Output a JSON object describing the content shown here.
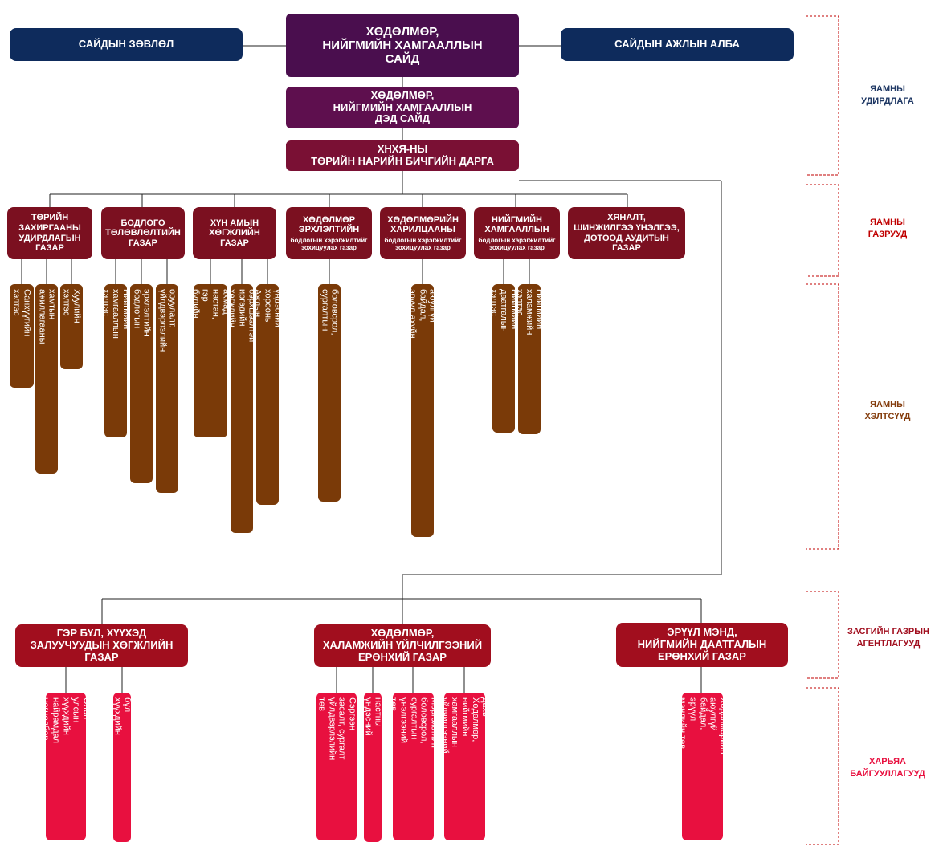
{
  "colors": {
    "navy": "#0e2b5c",
    "purple": "#4a0e4e",
    "purple2": "#5e0f4e",
    "maroon": "#7a1034",
    "dept": "#7b1020",
    "unit": "#7a3a08",
    "agency": "#a10e1e",
    "sub": "#e8103f",
    "label_navy": "#1f3864",
    "label_red": "#c00000",
    "label_brown": "#843c0c"
  },
  "top": {
    "council": "САЙДЫН ЗӨВЛӨЛ",
    "minister": "ХӨДӨЛМӨР,\nНИЙГМИЙН ХАМГААЛЛЫН\nСАЙД",
    "minister_office": "САЙДЫН АЖЛЫН АЛБА",
    "deputy": "ХӨДӨЛМӨР,\nНИЙГМИЙН ХАМГААЛЛЫН\nДЭД САЙД",
    "secretary": "ХНХЯ-НЫ\nТӨРИЙН НАРИЙН БИЧГИЙН ДАРГА"
  },
  "departments": [
    {
      "title": "ТӨРИЙН\nЗАХИРГААНЫ\nУДИРДЛАГЫН\nГАЗАР",
      "sub": ""
    },
    {
      "title": "БОДЛОГО\nТӨЛӨВЛӨЛТИЙН\nГАЗАР",
      "sub": ""
    },
    {
      "title": "ХҮН АМЫН\nХӨГЖЛИЙН\nГАЗАР",
      "sub": ""
    },
    {
      "title": "ХӨДӨЛМӨР\nЭРХЛЭЛТИЙН",
      "sub": "бодлогын хэрэгжилтийг\nзохицуулах газар"
    },
    {
      "title": "ХӨДӨЛМӨРИЙН\nХАРИЛЦААНЫ",
      "sub": "бодлогын хэрэгжилтийг\nзохицуулах газар"
    },
    {
      "title": "НИЙГМИЙН\nХАМГААЛЛЫН",
      "sub": "бодлогын хэрэгжилтийг\nзохицуулах газар"
    },
    {
      "title": "ХЯНАЛТ,\nШИНЖИЛГЭЭ ҮНЭЛГЭЭ,\nДОТООД АУДИТЫН\nГАЗАР",
      "sub": ""
    }
  ],
  "units": [
    "Санхүүгийн хэлтэс",
    "Гадаад хамтын ажиллагааны хэлтэс",
    "Хуулийн хэлтэс",
    "Нийгмийн хамгааллын хэлтэс",
    "Хөдөлмөр эрхлэлтийн бодлогын хэлтэс",
    "Хөрөнгө оруулалт, үйлдвэрлэлийн хэлтэс",
    "Хүүхэд, залуус, ахмад настан,\nгэр бүлийн хөгжлийн хэлтэс",
    "Хөгжлийн бэрхшээлтэй иргэдийн хөгжлийн хэлтэс",
    "Жендэрийн үндэсний хорооны Ажлын алба",
    "Мэргэжлийн боловсрол, сургалтын хэлтэс",
    "Хөдөлмөрийн аюулгүй байдал, эрүүл ахуйн хэлтэс",
    "Нийгмийн даатгалын хэлтэс",
    "Нийгмийн халамжийн хэлтэс"
  ],
  "agencies": [
    "ГЭР БҮЛ, ХҮҮХЭД\nЗАЛУУЧУУДЫН ХӨГЖЛИЙН\nГАЗАР",
    "ХӨДӨЛМӨР,\nХАЛАМЖИЙН ҮЙЛЧИЛГЭЭНИЙ\nЕРӨНХИЙ ГАЗАР",
    "ЭРҮҮЛ МЭНД,\nНИЙГМИЙН ДААТГАЛЫН\nЕРӨНХИЙ ГАЗАР"
  ],
  "subsidiaries": [
    "Олон улсын хүүхдийн\nнайрамдал цогцолбор",
    "Өнөр бүл хүүхдийн төв",
    "Сэргээн засалт, сургалт\nүйлдвэрлэлийн төв",
    "Ахмад настны үндэсний төв",
    "Мэргэжлийн боловсрол,\nсургалтын үнэлгээний төв",
    "Солонгос дахь Хөдөлмөр,\nнийгмийн хамгааллын\nүйлчилгээний төв",
    "Хөдөлмөрийн аюулгүй\nбайдал, эрүүл мэндийн төв"
  ],
  "side_labels": [
    "ЯАМНЫ\nУДИРДЛАГА",
    "ЯАМНЫ\nГАЗРУУД",
    "ЯАМНЫ\nХЭЛТСҮҮД",
    "ЗАСГИЙН ГАЗРЫН\nАГЕНТЛАГУУД",
    "ХАРЬЯА\nБАЙГУУЛЛАГУУД"
  ]
}
